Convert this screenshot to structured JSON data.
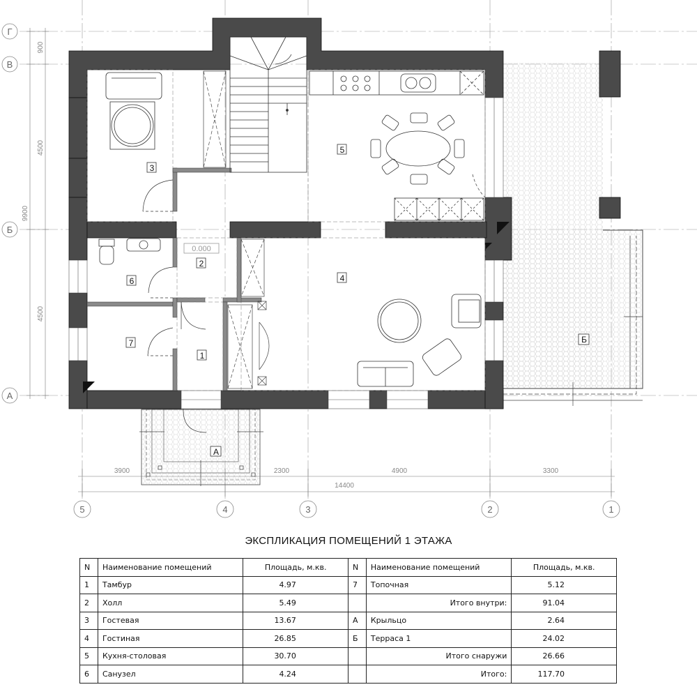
{
  "plan": {
    "axes_vertical": [
      "5",
      "4",
      "3",
      "2",
      "1"
    ],
    "axes_horizontal": [
      "Г",
      "В",
      "Б",
      "А"
    ],
    "dims_horizontal": [
      "3900",
      "2300",
      "4900",
      "3300"
    ],
    "dim_total_horizontal": "14400",
    "dims_vertical": [
      "900",
      "4500",
      "4500"
    ],
    "dim_total_vertical": "9900",
    "level_mark": "0.000",
    "room_numbers": [
      "1",
      "2",
      "3",
      "4",
      "5",
      "6",
      "7"
    ],
    "outdoor_labels": [
      "А",
      "Б"
    ]
  },
  "explication": {
    "title": "ЭКСПЛИКАЦИЯ ПОМЕЩЕНИЙ 1 ЭТАЖА",
    "headers": {
      "n": "N",
      "name": "Наименование помещений",
      "area": "Площадь, м.кв."
    },
    "left_rows": [
      {
        "n": "1",
        "name": "Тамбур",
        "area": "4.97"
      },
      {
        "n": "2",
        "name": "Холл",
        "area": "5.49"
      },
      {
        "n": "3",
        "name": "Гостевая",
        "area": "13.67"
      },
      {
        "n": "4",
        "name": "Гостиная",
        "area": "26.85"
      },
      {
        "n": "5",
        "name": "Кухня-столовая",
        "area": "30.70"
      },
      {
        "n": "6",
        "name": "Санузел",
        "area": "4.24"
      }
    ],
    "right_rows": [
      {
        "n": "7",
        "name": "Топочная",
        "area": "5.12"
      },
      {
        "n": "",
        "name": "Итого внутри:",
        "area": "91.04",
        "summary": true
      },
      {
        "n": "А",
        "name": "Крыльцо",
        "area": "2.64"
      },
      {
        "n": "Б",
        "name": "Терраса 1",
        "area": "24.02"
      },
      {
        "n": "",
        "name": "Итого снаружи",
        "area": "26.66",
        "summary": true
      },
      {
        "n": "",
        "name": "Итого:",
        "area": "117.70",
        "summary": true
      }
    ]
  }
}
